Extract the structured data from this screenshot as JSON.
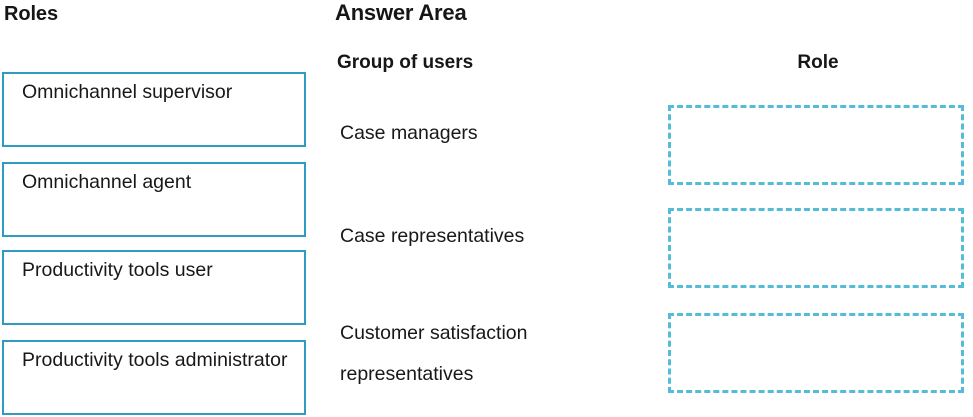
{
  "colors": {
    "role_chip_border": "#2e9bc2",
    "drop_zone_border": "#54bcd6",
    "text": "#181818",
    "background": "#ffffff"
  },
  "roles_panel": {
    "title": "Roles",
    "items": [
      {
        "label": "Omnichannel supervisor"
      },
      {
        "label": "Omnichannel agent"
      },
      {
        "label": "Productivity tools user"
      },
      {
        "label": "Productivity tools administrator"
      }
    ]
  },
  "answer_area": {
    "title": "Answer Area",
    "headers": {
      "group_of_users": "Group of users",
      "role": "Role"
    },
    "rows": [
      {
        "group_of_users": "Case managers",
        "role": ""
      },
      {
        "group_of_users": "Case representatives",
        "role": ""
      },
      {
        "group_of_users": "Customer satisfaction representatives",
        "role": ""
      }
    ]
  }
}
